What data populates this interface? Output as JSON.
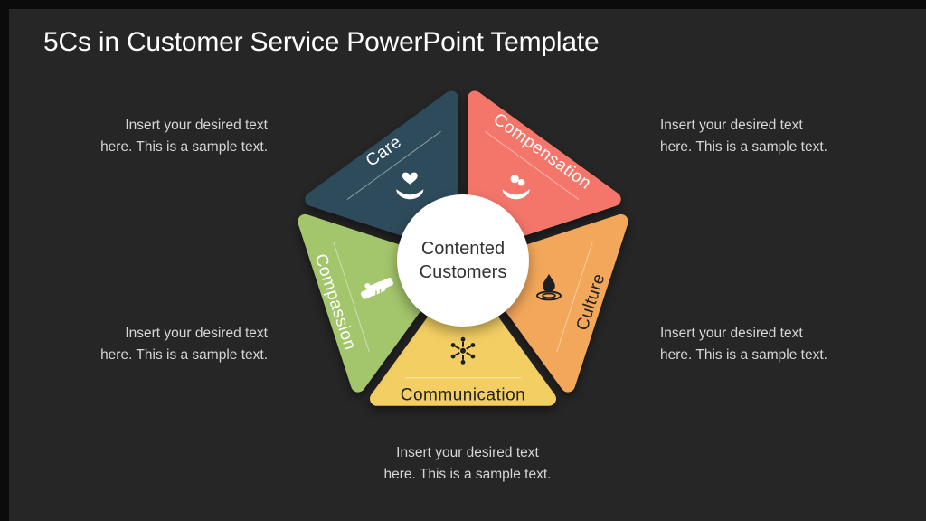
{
  "slide": {
    "title": "5Cs in Customer Service PowerPoint Template",
    "background_color": "#262626",
    "frame_color": "#0b0b0b"
  },
  "placeholders": {
    "line1": "Insert your desired text",
    "line2": "here. This is a sample text."
  },
  "diagram": {
    "center": {
      "line1": "Contented",
      "line2": "Customers",
      "background_color": "#ffffff",
      "text_color": "#333333"
    },
    "divider_line_color": "rgba(255,255,255,0.45)",
    "segments": [
      {
        "label": "Care",
        "color": "#2e4b5c",
        "content_color": "#ffffff",
        "icon": "hand-heart-icon"
      },
      {
        "label": "Compensation",
        "color": "#f4766a",
        "content_color": "#ffffff",
        "icon": "hand-coins-icon"
      },
      {
        "label": "Culture",
        "color": "#f3a75a",
        "content_color": "#1f1f1f",
        "icon": "water-ripple-icon"
      },
      {
        "label": "Communication",
        "color": "#f3cf63",
        "content_color": "#1f1f1f",
        "icon": "network-icon"
      },
      {
        "label": "Compassion",
        "color": "#a3c56b",
        "content_color": "#ffffff",
        "icon": "handshake-icon"
      }
    ]
  }
}
